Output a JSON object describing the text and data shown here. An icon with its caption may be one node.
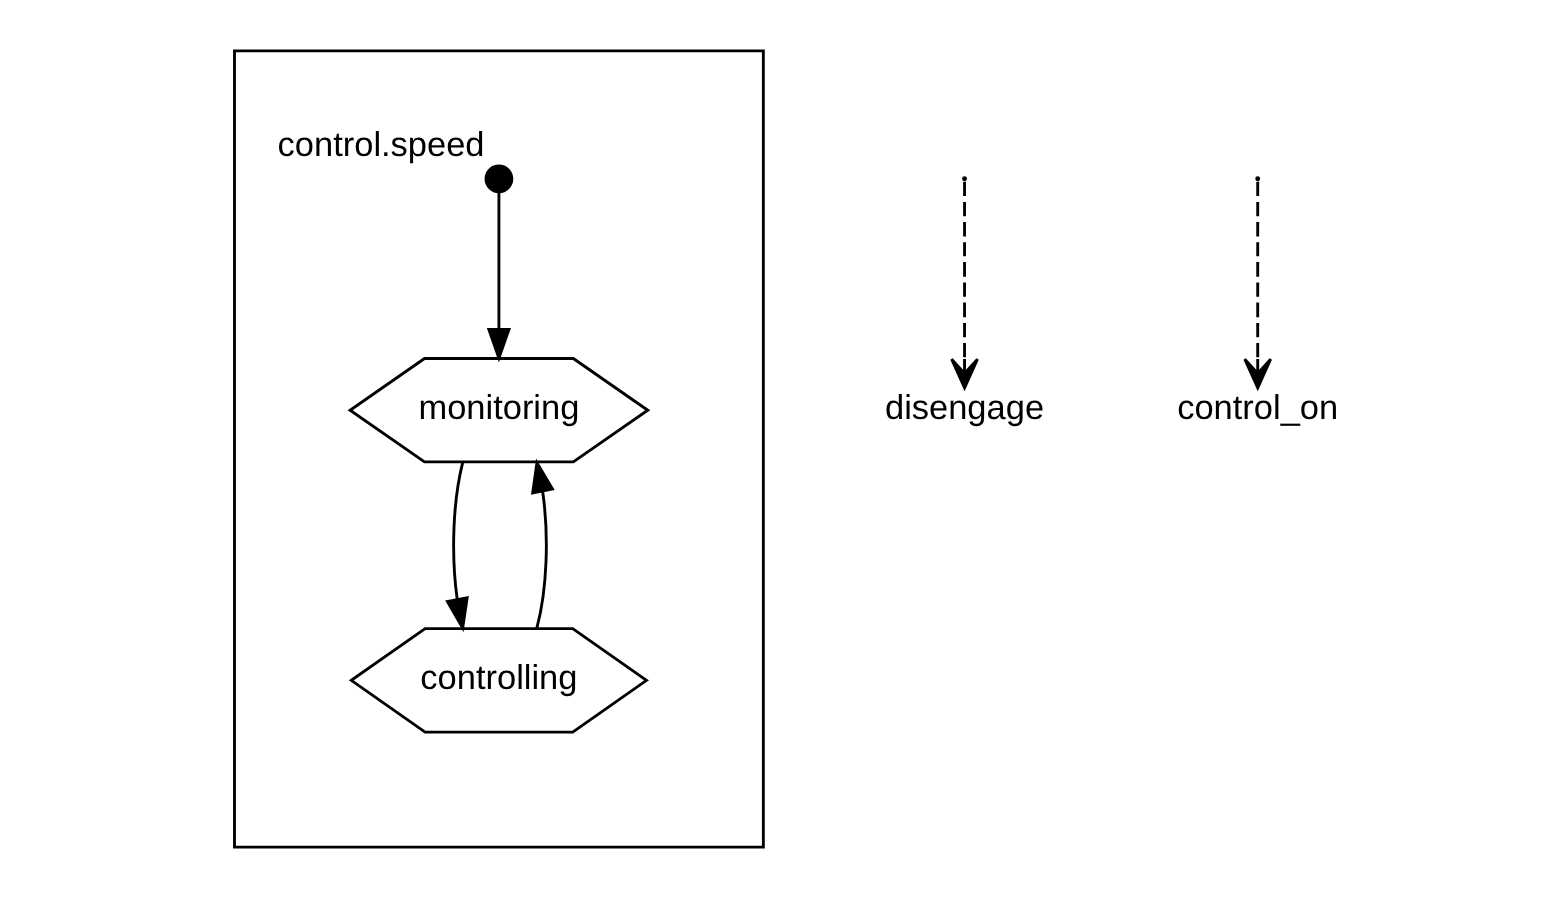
{
  "diagram": {
    "nodes": [
      {
        "text": [],
        "shape": "parallelogram"
      },
      {
        "text": [],
        "shape": "circle",
        "beside": [
          "control.speed"
        ],
        "in": 0
      },
      {
        "text": [
          "monitoring"
        ],
        "in": 0
      },
      {
        "text": [
          "controlling"
        ],
        "in": 0
      },
      {
        "text": [
          "disengage"
        ]
      },
      {
        "text": [
          "control_on"
        ]
      }
    ],
    "edges": [
      {
        "from": 1,
        "to": 2,
        "arrow": "to"
      },
      {
        "from": 2,
        "to": 3,
        "arrow": "to"
      },
      {
        "from": 3,
        "to": 2,
        "arrow": "to"
      },
      {
        "from": null,
        "to": 4,
        "arrow": "to",
        "style": "dashed"
      },
      {
        "from": null,
        "to": 5,
        "arrow": "to",
        "style": "dashed"
      }
    ]
  }
}
